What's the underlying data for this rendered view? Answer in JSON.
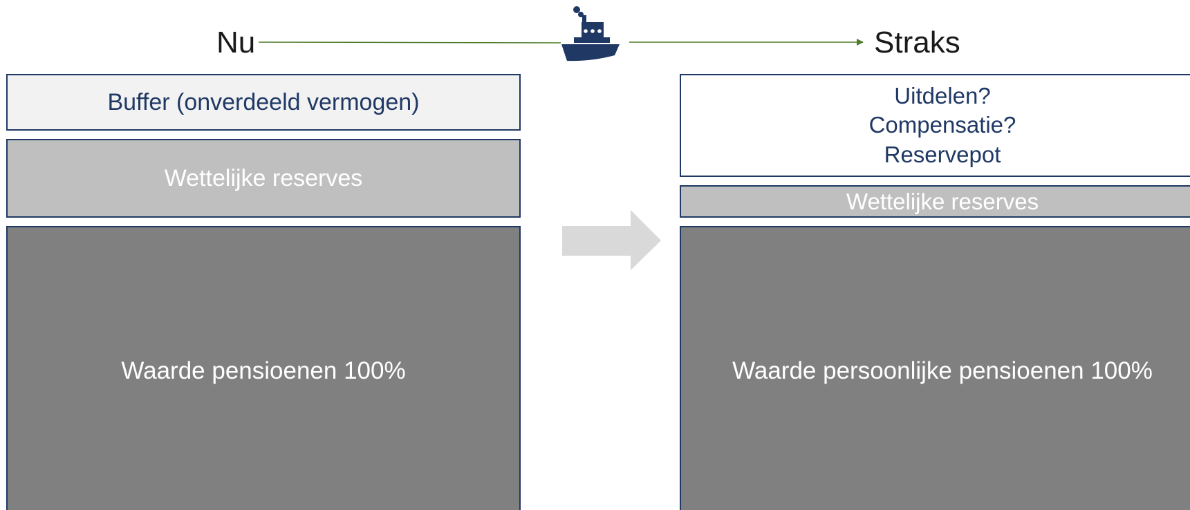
{
  "headings": {
    "now": "Nu",
    "later": "Straks"
  },
  "left": {
    "buffer": "Buffer (onverdeeld vermogen)",
    "reserves": "Wettelijke reserves",
    "value": "Waarde pensioenen 100%"
  },
  "right": {
    "options": [
      "Uitdelen?",
      "Compensatie?",
      "Reservepot"
    ],
    "reserves": "Wettelijke reserves",
    "value": "Waarde persoonlijke pensioenen 100%"
  },
  "icons": {
    "ship": "ship-icon",
    "arrow": "arrow-right-icon"
  },
  "colors": {
    "border": "#1f3864",
    "text_blue": "#1f3864",
    "buffer_fill": "#f2f2f2",
    "reserves_fill": "#bfbfbf",
    "value_fill": "#808080",
    "timeline": "#4e7d2b",
    "arrow_fill": "#d9d9d9",
    "ship": "#1f3864"
  }
}
